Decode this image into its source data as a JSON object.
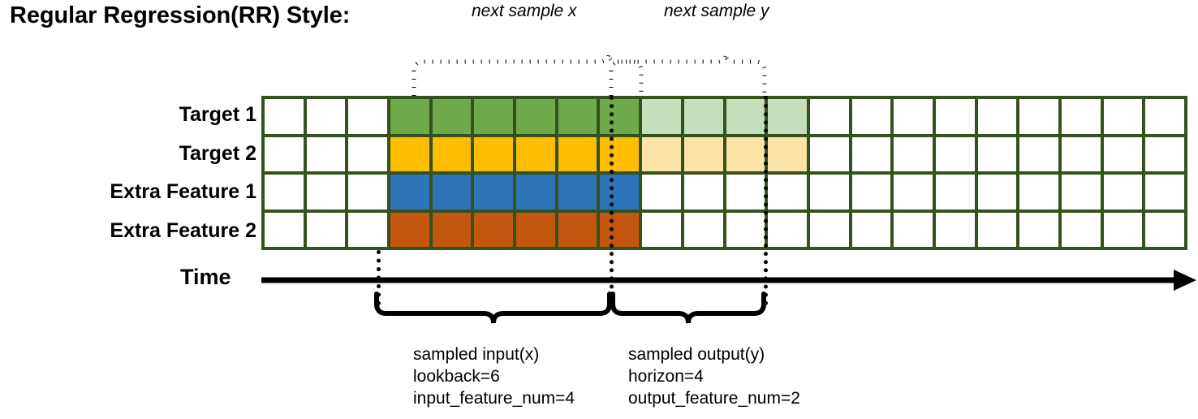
{
  "title": "Regular Regression(RR) Style:",
  "top_labels": {
    "next_x": "next sample x",
    "next_y": "next sample y"
  },
  "row_labels": [
    "Target 1",
    "Target 2",
    "Extra Feature 1",
    "Extra Feature 2"
  ],
  "time_axis": {
    "label": "Time",
    "arrow": "right-arrow"
  },
  "captions": {
    "left": {
      "line1": "sampled input(x)",
      "line2": "lookback=6",
      "line3": "input_feature_num=4"
    },
    "right": {
      "line1": "sampled output(y)",
      "line2": "horizon=4",
      "line3": "output_feature_num=2"
    }
  },
  "colors": {
    "grid_line": "#33521c",
    "green": "#6faa4a",
    "green_light": "#c6dfbb",
    "yellow": "#febd00",
    "yellow_light": "#fce3a8",
    "blue": "#2e74b8",
    "orange": "#c4570f",
    "empty": "#ffffff",
    "ink": "#000000"
  },
  "grid": {
    "columns": 22,
    "rows": 4,
    "input_start_col": 3,
    "input_end_col": 8,
    "output_start_col": 9,
    "output_end_col": 12,
    "lookback": 6,
    "horizon": 4,
    "input_feature_num": 4,
    "output_feature_num": 2,
    "row_fill": [
      [
        "empty",
        "empty",
        "empty",
        "green",
        "green",
        "green",
        "green",
        "green",
        "green",
        "green_light",
        "green_light",
        "green_light",
        "green_light",
        "empty",
        "empty",
        "empty",
        "empty",
        "empty",
        "empty",
        "empty",
        "empty",
        "empty"
      ],
      [
        "empty",
        "empty",
        "empty",
        "yellow",
        "yellow",
        "yellow",
        "yellow",
        "yellow",
        "yellow",
        "yellow_light",
        "yellow_light",
        "yellow_light",
        "yellow_light",
        "empty",
        "empty",
        "empty",
        "empty",
        "empty",
        "empty",
        "empty",
        "empty",
        "empty"
      ],
      [
        "empty",
        "empty",
        "empty",
        "blue",
        "blue",
        "blue",
        "blue",
        "blue",
        "blue",
        "empty",
        "empty",
        "empty",
        "empty",
        "empty",
        "empty",
        "empty",
        "empty",
        "empty",
        "empty",
        "empty",
        "empty",
        "empty"
      ],
      [
        "empty",
        "empty",
        "empty",
        "orange",
        "orange",
        "orange",
        "orange",
        "orange",
        "orange",
        "empty",
        "empty",
        "empty",
        "empty",
        "empty",
        "empty",
        "empty",
        "empty",
        "empty",
        "empty",
        "empty",
        "empty",
        "empty"
      ]
    ]
  }
}
